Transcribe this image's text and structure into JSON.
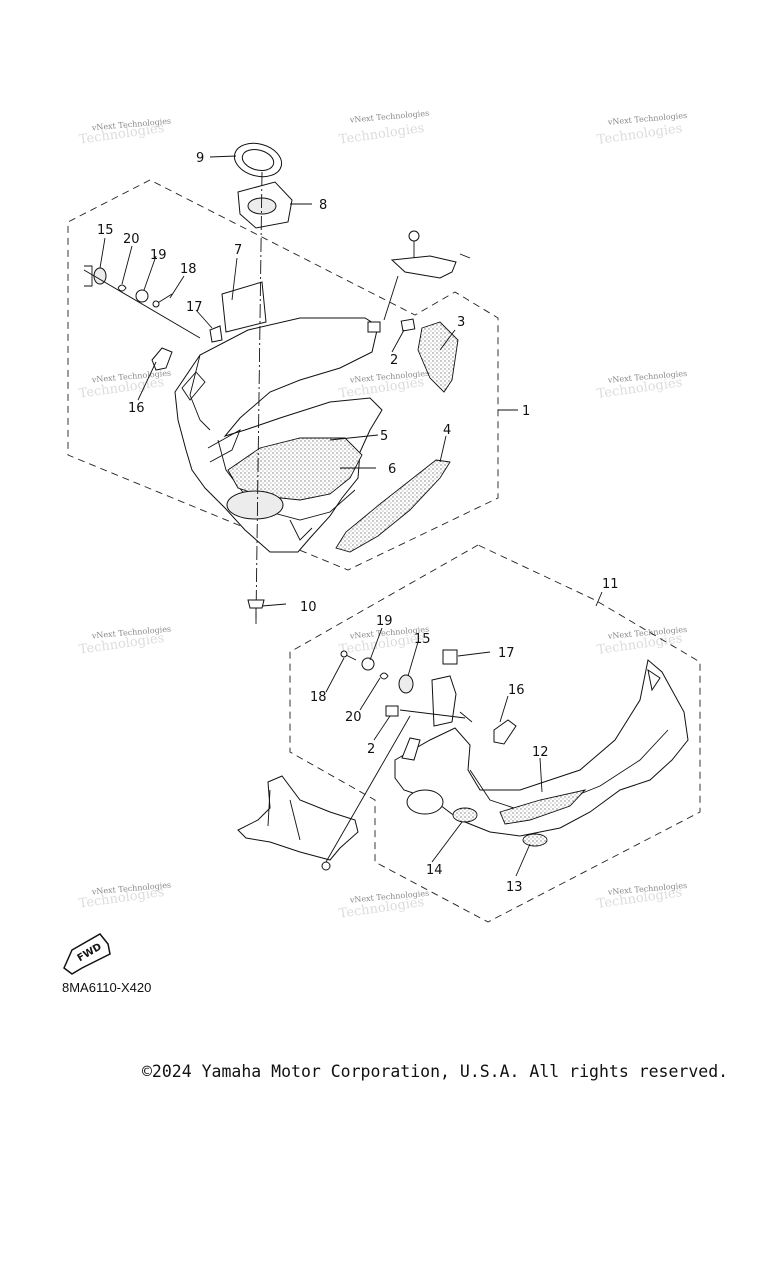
{
  "diagram": {
    "callouts": [
      "1",
      "2",
      "3",
      "4",
      "5",
      "6",
      "7",
      "8",
      "9",
      "10",
      "11",
      "12",
      "13",
      "14",
      "15",
      "16",
      "17",
      "18",
      "19",
      "20"
    ],
    "fwd_label": "FWD",
    "code": "8MA6110-X420",
    "watermark": "vNext Technologies"
  },
  "footer": {
    "copyright": "©2024 Yamaha Motor Corporation, U.S.A. All rights reserved."
  }
}
